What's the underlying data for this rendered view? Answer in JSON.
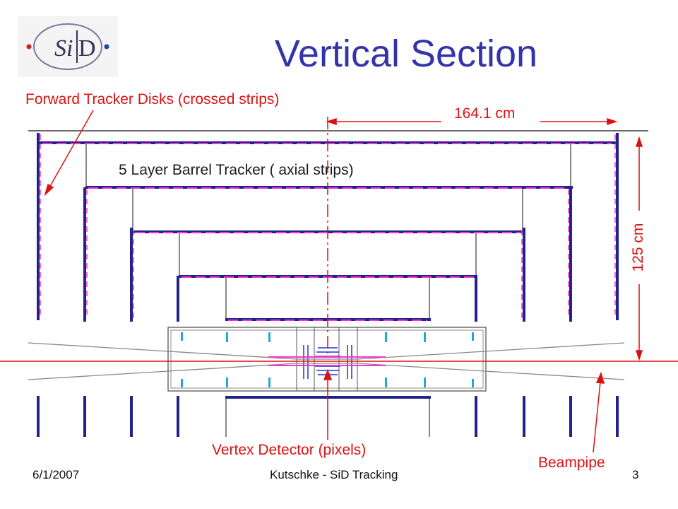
{
  "slide": {
    "title": "Vertical Section",
    "logo_text_a": "Si",
    "logo_text_b": "D"
  },
  "labels": {
    "forward_tracker": "Forward Tracker Disks (crossed strips)",
    "barrel_tracker": "5 Layer Barrel Tracker ( axial strips)",
    "half_length": "164.1 cm",
    "radius": "125 cm",
    "vertex": "Vertex Detector (pixels)",
    "beampipe": "Beampipe"
  },
  "footer": {
    "date": "6/1/2007",
    "center": "Kutschke - SiD Tracking",
    "page": "3"
  },
  "colors": {
    "title": "#3333aa",
    "annotation": "#dd1111",
    "structure": "#22228a",
    "strip": "#ff33cc",
    "vertex_cyan": "#22aacc"
  }
}
